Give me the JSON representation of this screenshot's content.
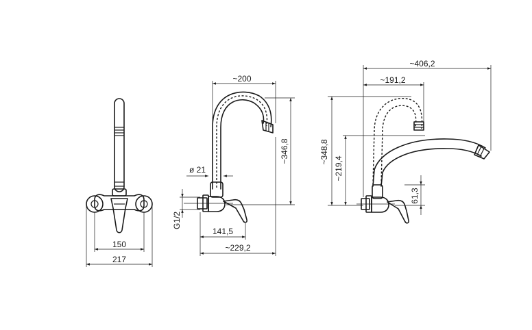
{
  "drawing": {
    "front_view": {
      "dim_eccentric_spacing": "150",
      "dim_overall_width": "217"
    },
    "side_view_swivel_spout": {
      "dim_spout_reach": "~200",
      "dim_spout_height": "~346,8",
      "dim_pipe_diameter": "ø 21",
      "dim_connection_thread": "G1/2",
      "dim_outlet_distance": "141,5",
      "dim_total_depth": "~229,2"
    },
    "side_view_options": {
      "dim_long_spout_reach": "~406,2",
      "dim_short_spout_reach": "~191,2",
      "dim_short_spout_height": "~348,8",
      "dim_long_spout_height": "~219,4",
      "dim_body_height": "61,3"
    }
  }
}
